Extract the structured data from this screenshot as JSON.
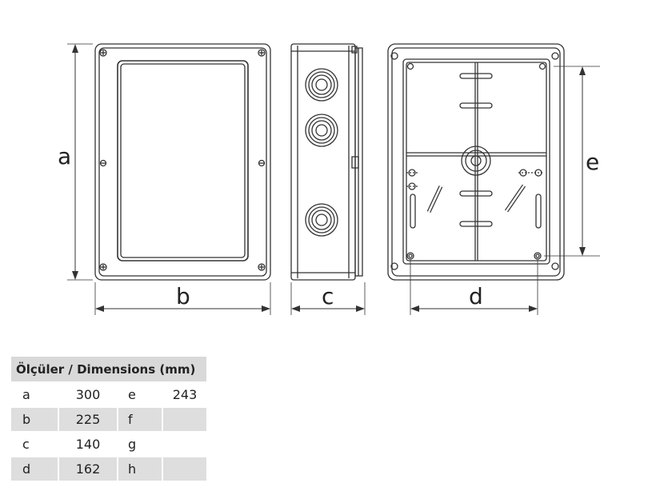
{
  "drawing": {
    "labels": {
      "a": "a",
      "b": "b",
      "c": "c",
      "d": "d",
      "e": "e"
    }
  },
  "table": {
    "title": "Ölçüler / Dimensions (mm)",
    "rows": [
      {
        "k1": "a",
        "v1": "300",
        "k2": "e",
        "v2": "243"
      },
      {
        "k1": "b",
        "v1": "225",
        "k2": "f",
        "v2": ""
      },
      {
        "k1": "c",
        "v1": "140",
        "k2": "g",
        "v2": ""
      },
      {
        "k1": "d",
        "v1": "162",
        "k2": "h",
        "v2": ""
      }
    ]
  }
}
